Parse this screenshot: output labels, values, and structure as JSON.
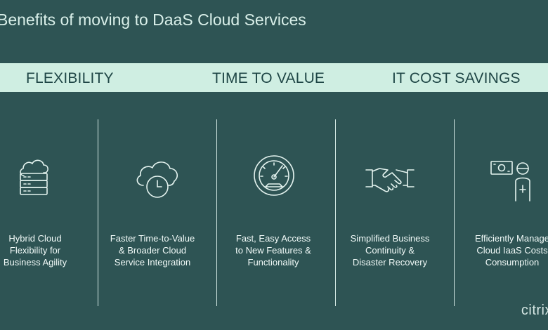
{
  "title": "Benefits of moving to DaaS Cloud Services",
  "banner": {
    "labels": [
      "FLEXIBILITY",
      "TIME TO VALUE",
      "IT COST SAVINGS"
    ]
  },
  "benefits": [
    {
      "icon": "cloud-server-icon",
      "lines": [
        "Hybrid Cloud",
        "Flexibility for",
        "Business Agility"
      ]
    },
    {
      "icon": "cloud-clock-icon",
      "lines": [
        "Faster Time-to-Value",
        "& Broader Cloud",
        "Service Integration"
      ]
    },
    {
      "icon": "speedometer-icon",
      "lines": [
        "Fast, Easy Access",
        "to New Features &",
        "Functionality"
      ]
    },
    {
      "icon": "handshake-icon",
      "lines": [
        "Simplified Business",
        "Continuity &",
        "Disaster Recovery"
      ]
    },
    {
      "icon": "money-person-icon",
      "lines": [
        "Efficiently Manage",
        "Cloud IaaS Costs",
        "Consumption"
      ]
    }
  ],
  "brand": "citrix",
  "colors": {
    "background": "#2e5454",
    "banner": "#cfeee2",
    "text": "#e9f5f3"
  }
}
